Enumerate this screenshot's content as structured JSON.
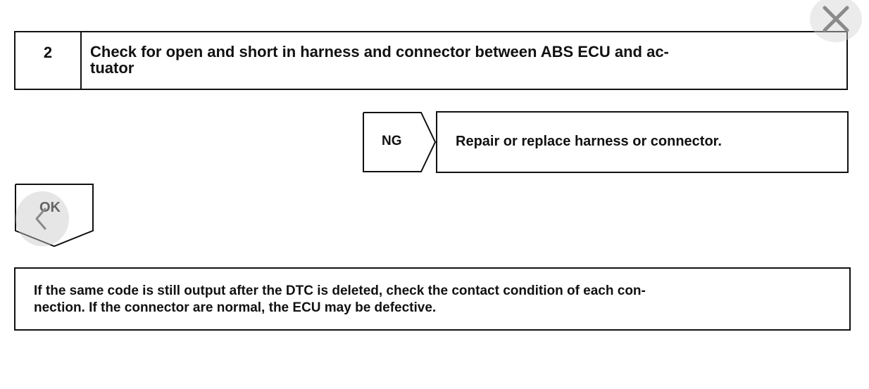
{
  "step": {
    "number": "2",
    "title": "Check for open and short in harness and connector between ABS ECU and ac-\ntuator"
  },
  "ng_branch": {
    "label": "NG",
    "action": "Repair or replace harness or connector."
  },
  "ok_branch": {
    "label": "OK"
  },
  "note": {
    "text": "If the same code is still output after the DTC is deleted, check the contact condition of each con-\nnection. If the connector are normal, the ECU may be defective."
  },
  "controls": {
    "close_icon": "close-icon",
    "back_icon": "chevron-left-icon"
  }
}
